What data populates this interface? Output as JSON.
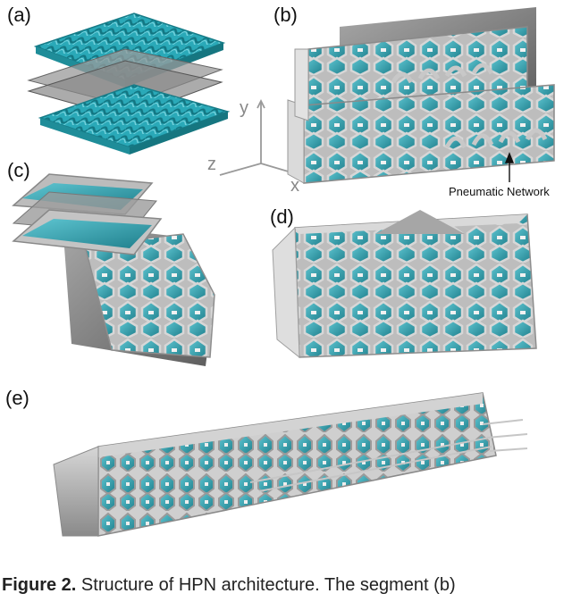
{
  "panels": {
    "a": "(a)",
    "b": "(b)",
    "c": "(c)",
    "d": "(d)",
    "e": "(e)"
  },
  "axes": {
    "x": "x",
    "y": "y",
    "z": "z"
  },
  "annotation": "Pneumatic Network",
  "caption": {
    "lead": "Figure 2.",
    "text": " Structure of HPN architecture. The segment (b)"
  },
  "colors": {
    "fabric": "#2fb3c2",
    "bladder": "#3aa7b5",
    "frame": "#b9b9b9",
    "frame_dark": "#6f6f6f",
    "membrane": "#8c8c8c"
  }
}
